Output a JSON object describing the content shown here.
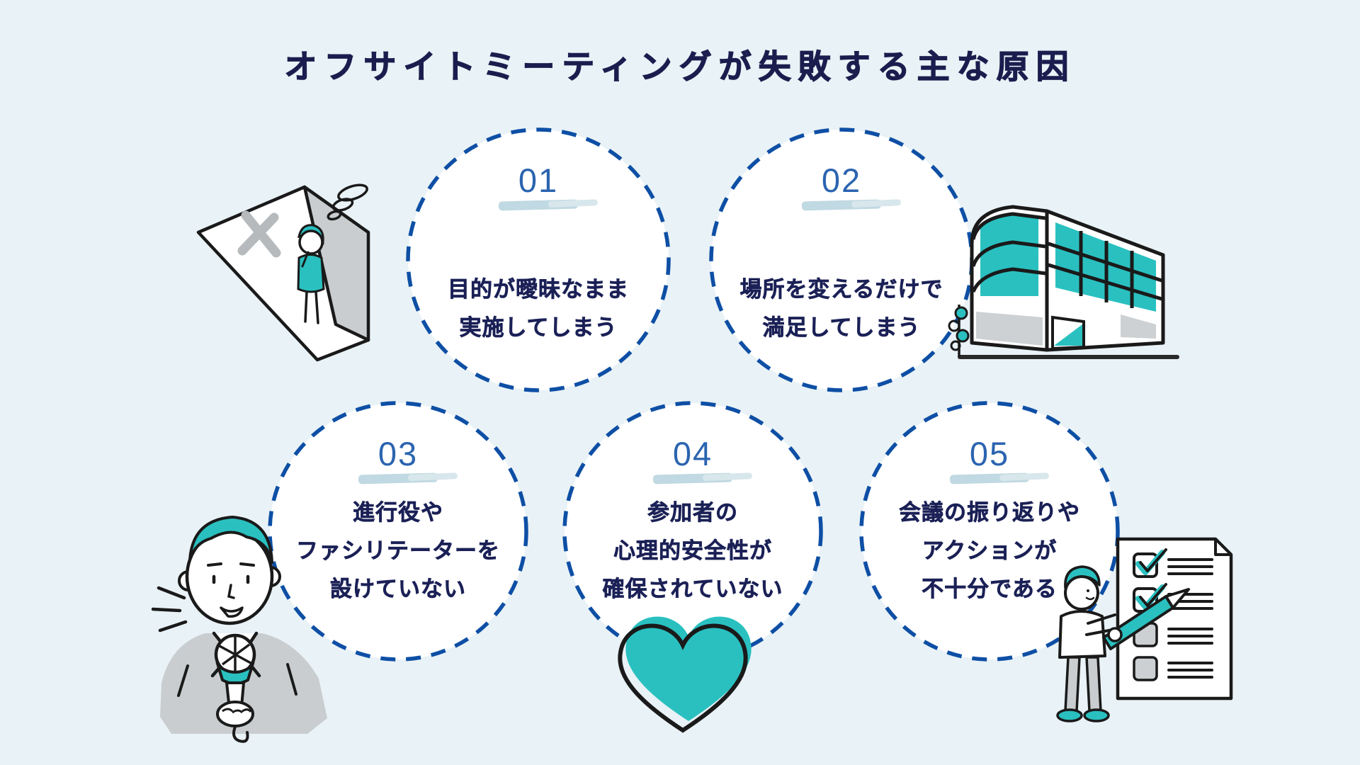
{
  "title": "オフサイトミーティングが失敗する主な原因",
  "colors": {
    "background": "#e9f2f6",
    "circle_fill": "#ffffff",
    "dash_blue": "#0e4fa5",
    "number_blue": "#2b64b0",
    "text_navy": "#1b2156",
    "title_navy": "#1b1d4e",
    "accent_teal": "#2ac0c0",
    "illustration_gray": "#c9cdcf",
    "underline_blue": "#c0d9e2"
  },
  "causes": [
    {
      "number": "01",
      "lines": [
        "目的が曖昧なまま",
        "実施してしまう"
      ]
    },
    {
      "number": "02",
      "lines": [
        "場所を変えるだけで",
        "満足してしまう"
      ]
    },
    {
      "number": "03",
      "lines": [
        "進行役や",
        "ファシリテーターを",
        "設けていない"
      ]
    },
    {
      "number": "04",
      "lines": [
        "参加者の",
        "心理的安全性が",
        "確保されていない"
      ]
    },
    {
      "number": "05",
      "lines": [
        "会議の振り返りや",
        "アクションが",
        "不十分である"
      ]
    }
  ],
  "illustrations": [
    "person-thinking-at-crossed-plan",
    "office-building",
    "reporter-with-microphone",
    "teal-heart",
    "person-checking-checklist"
  ]
}
